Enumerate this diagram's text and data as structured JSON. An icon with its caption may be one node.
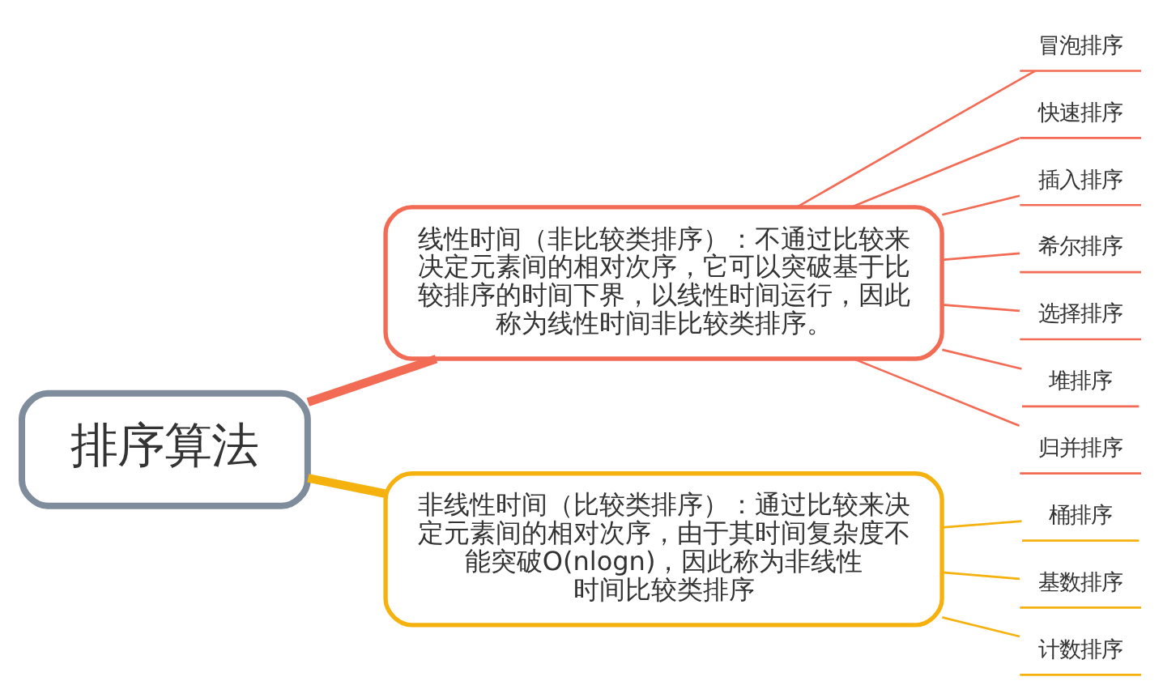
{
  "diagram": {
    "nodes": [
      {
        "text": [
          "排序算法"
        ]
      },
      {
        "text": [
          "线性时间（非比较类排序）：不通过比较来决定元素间的相对次序，它可以突破基于比较排序的时间下界，以线性时间运行，因此称为线性时间非比较类排序。"
        ]
      },
      {
        "text": [
          "非线性时间（比较类排序）：通过比较来决定元素间的相对次序，由于其时间复杂度不能突破O(nlogn)，因此称为非线性时间比较类排序"
        ]
      },
      {
        "text": [
          "冒泡排序"
        ]
      },
      {
        "text": [
          "快速排序"
        ]
      },
      {
        "text": [
          "插入排序"
        ]
      },
      {
        "text": [
          "希尔排序"
        ]
      },
      {
        "text": [
          "选择排序"
        ]
      },
      {
        "text": [
          "堆排序"
        ]
      },
      {
        "text": [
          "归并排序"
        ]
      },
      {
        "text": [
          "桶排序"
        ]
      },
      {
        "text": [
          "基数排序"
        ]
      },
      {
        "text": [
          "计数排序"
        ]
      }
    ],
    "edges": [
      {
        "from": 0,
        "to": 1,
        "arrow": "none",
        "style": "thick"
      },
      {
        "from": 0,
        "to": 2,
        "arrow": "none",
        "style": "thick",
        "color": "#f5b20e"
      },
      {
        "from": 1,
        "to": 3,
        "arrow": "none"
      },
      {
        "from": 1,
        "to": 4,
        "arrow": "none"
      },
      {
        "from": 1,
        "to": 5,
        "arrow": "none"
      },
      {
        "from": 1,
        "to": 6,
        "arrow": "none"
      },
      {
        "from": 1,
        "to": 7,
        "arrow": "none"
      },
      {
        "from": 1,
        "to": 8,
        "arrow": "none"
      },
      {
        "from": 1,
        "to": 9,
        "arrow": "none"
      },
      {
        "from": 2,
        "to": 10,
        "arrow": "none",
        "color": "#f5b20e"
      },
      {
        "from": 2,
        "to": 11,
        "arrow": "none",
        "color": "#f5b20e"
      },
      {
        "from": 2,
        "to": 12,
        "arrow": "none",
        "color": "#f5b20e"
      }
    ]
  }
}
